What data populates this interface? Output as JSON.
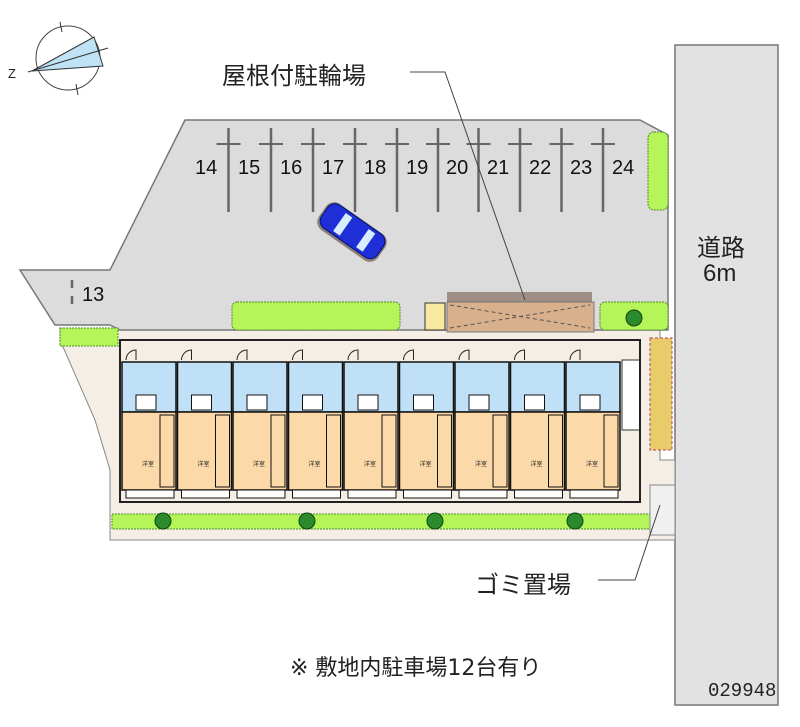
{
  "labels": {
    "bike_parking": "屋根付駐輪場",
    "road_name": "道路",
    "road_width": "6m",
    "garbage": "ゴミ置場",
    "note": "※ 敷地内駐車場12台有り",
    "property_id": "029948",
    "room_label": "洋室"
  },
  "parking_spaces": [
    "13",
    "14",
    "15",
    "16",
    "17",
    "18",
    "19",
    "20",
    "21",
    "22",
    "23",
    "24"
  ],
  "unit_count": 9,
  "tree_count": 4,
  "colors": {
    "lot": "#dcdcdc",
    "road": "#e2e2e2",
    "hedge": "#b6f55a",
    "unit_wet": "#bfe0f7",
    "unit_room": "#fbd9a8",
    "pavement": "#f5eee4",
    "bike_roof": "#d8b08c",
    "car": "#1f2fd8"
  }
}
